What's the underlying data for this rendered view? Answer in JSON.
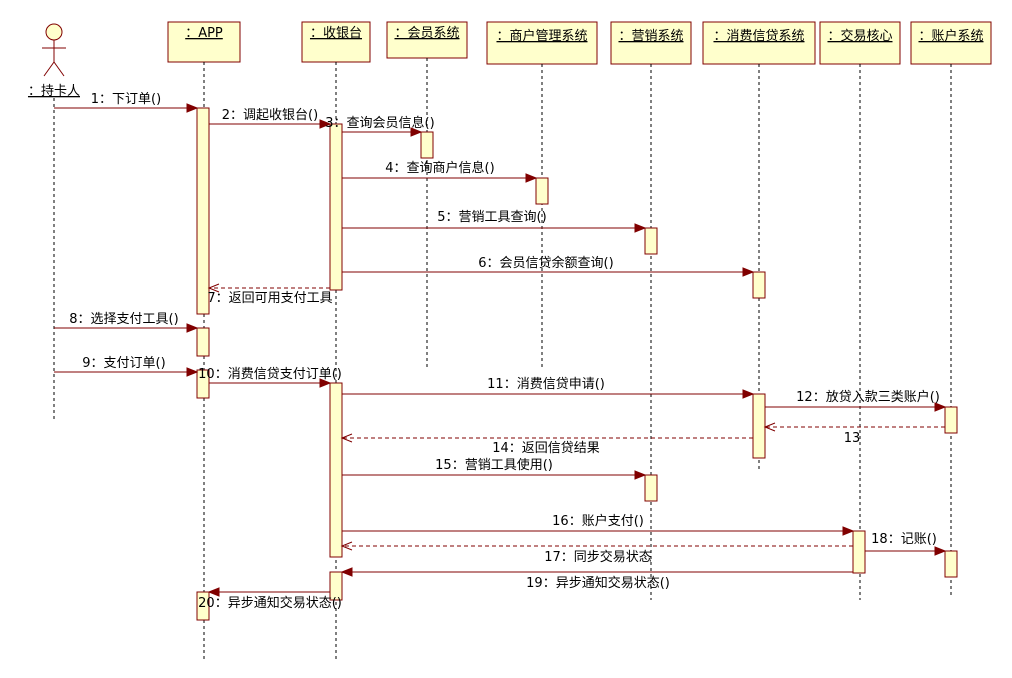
{
  "actor": {
    "label": "：持卡人"
  },
  "participants": [
    {
      "id": "app",
      "label": "：APP"
    },
    {
      "id": "cashier",
      "label": "：收银台"
    },
    {
      "id": "member",
      "label": "：会员系统"
    },
    {
      "id": "merchant",
      "label": "：商户管理系统"
    },
    {
      "id": "marketing",
      "label": "：营销系统"
    },
    {
      "id": "credit",
      "label": "：消费信贷系统"
    },
    {
      "id": "core",
      "label": "：交易核心"
    },
    {
      "id": "account",
      "label": "：账户系统"
    }
  ],
  "messages": [
    {
      "id": "m1",
      "label": "1：下订单()",
      "from": "actor",
      "to": "app",
      "type": "sync"
    },
    {
      "id": "m2",
      "label": "2：调起收银台()",
      "from": "app",
      "to": "cashier",
      "type": "sync"
    },
    {
      "id": "m3",
      "label": "3：查询会员信息()",
      "from": "cashier",
      "to": "member",
      "type": "sync"
    },
    {
      "id": "m4",
      "label": "4：查询商户信息()",
      "from": "cashier",
      "to": "merchant",
      "type": "sync"
    },
    {
      "id": "m5",
      "label": "5：营销工具查询()",
      "from": "cashier",
      "to": "marketing",
      "type": "sync"
    },
    {
      "id": "m6",
      "label": "6：会员信贷余额查询()",
      "from": "cashier",
      "to": "credit",
      "type": "sync"
    },
    {
      "id": "m7",
      "label": "7：返回可用支付工具",
      "from": "cashier",
      "to": "app",
      "type": "return"
    },
    {
      "id": "m8",
      "label": "8：选择支付工具()",
      "from": "actor",
      "to": "app",
      "type": "sync"
    },
    {
      "id": "m9",
      "label": "9：支付订单()",
      "from": "actor",
      "to": "app",
      "type": "sync"
    },
    {
      "id": "m10",
      "label": "10：消费信贷支付订单()",
      "from": "app",
      "to": "cashier",
      "type": "sync"
    },
    {
      "id": "m11",
      "label": "11：消费信贷申请()",
      "from": "cashier",
      "to": "credit",
      "type": "sync"
    },
    {
      "id": "m12",
      "label": "12：放贷入款三类账户()",
      "from": "credit",
      "to": "account",
      "type": "sync"
    },
    {
      "id": "m13",
      "label": "13",
      "from": "account",
      "to": "credit",
      "type": "return"
    },
    {
      "id": "m14",
      "label": "14：返回信贷结果",
      "from": "credit",
      "to": "cashier",
      "type": "return"
    },
    {
      "id": "m15",
      "label": "15：营销工具使用()",
      "from": "cashier",
      "to": "marketing",
      "type": "sync"
    },
    {
      "id": "m16",
      "label": "16：账户支付()",
      "from": "cashier",
      "to": "core",
      "type": "sync"
    },
    {
      "id": "m17",
      "label": "17：同步交易状态",
      "from": "core",
      "to": "cashier",
      "type": "return"
    },
    {
      "id": "m18",
      "label": "18：记账()",
      "from": "core",
      "to": "account",
      "type": "sync"
    },
    {
      "id": "m19",
      "label": "19：异步通知交易状态()",
      "from": "core",
      "to": "cashier",
      "type": "sync"
    },
    {
      "id": "m20",
      "label": "20：异步通知交易状态()",
      "from": "cashier",
      "to": "app",
      "type": "sync"
    }
  ],
  "colors": {
    "box_fill": "#ffffcc",
    "stroke": "#800000",
    "text": "#000000"
  }
}
